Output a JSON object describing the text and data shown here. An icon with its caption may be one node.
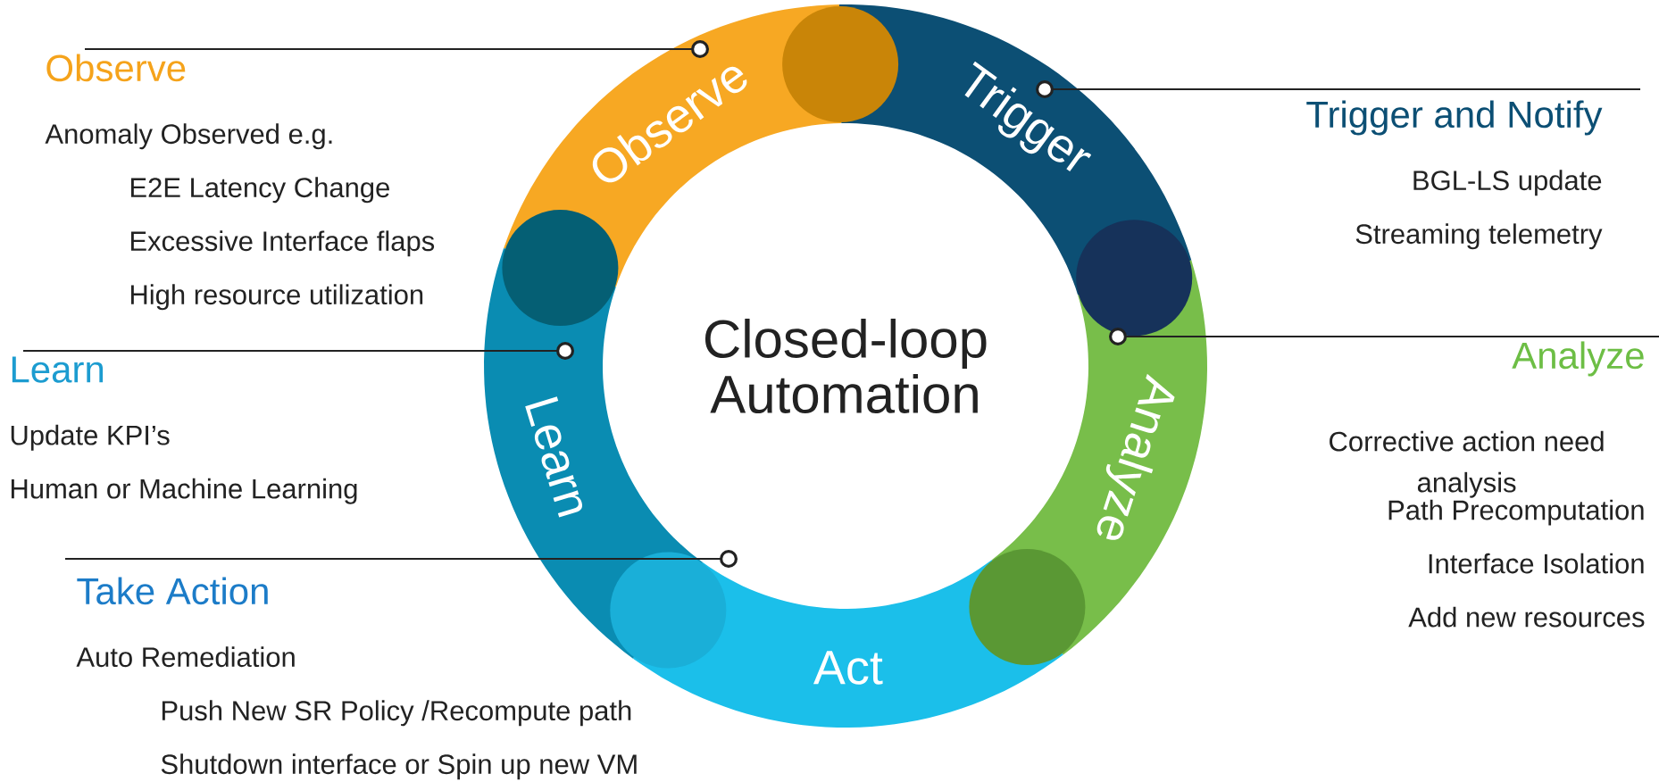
{
  "diagram": {
    "nodes": [
      {
        "text": [
          "Closed-loop Automation"
        ]
      },
      {
        "text": [
          "Observe"
        ]
      },
      {
        "text": [
          "Trigger"
        ]
      },
      {
        "text": [
          "Analyze"
        ]
      },
      {
        "text": [
          "Act"
        ]
      },
      {
        "text": [
          "Learn"
        ]
      },
      {
        "text": [
          "Observe",
          "Anomaly Observed e.g.",
          "E2E Latency Change",
          "Excessive Interface flaps",
          "High resource utilization"
        ]
      },
      {
        "text": [
          "Trigger and Notify",
          "BGL-LS update",
          "Streaming telemetry"
        ]
      },
      {
        "text": [
          "Analyze",
          "Corrective action need analysis",
          "Path Precomputation",
          "Interface Isolation",
          "Add new resources"
        ]
      },
      {
        "text": [
          "Learn",
          "Update KPI’s",
          "Human or Machine Learning"
        ]
      },
      {
        "text": [
          "Take Action",
          "Auto Remediation",
          "Push New SR Policy /Recompute path",
          "Shutdown interface or Spin up new VM"
        ]
      },
      {
        "text": [],
        "shape": "circle"
      },
      {
        "text": [],
        "shape": "circle"
      },
      {
        "text": [],
        "shape": "circle"
      },
      {
        "text": [],
        "shape": "circle"
      },
      {
        "text": [],
        "shape": "circle"
      }
    ],
    "edges": [
      {
        "from": 6,
        "to": 1,
        "arrow": "other"
      },
      {
        "from": 7,
        "to": 2,
        "arrow": "other"
      },
      {
        "from": 8,
        "to": 3,
        "arrow": "other"
      },
      {
        "from": 9,
        "to": 5,
        "arrow": "other"
      },
      {
        "from": 10,
        "to": 4,
        "arrow": "other"
      }
    ]
  }
}
